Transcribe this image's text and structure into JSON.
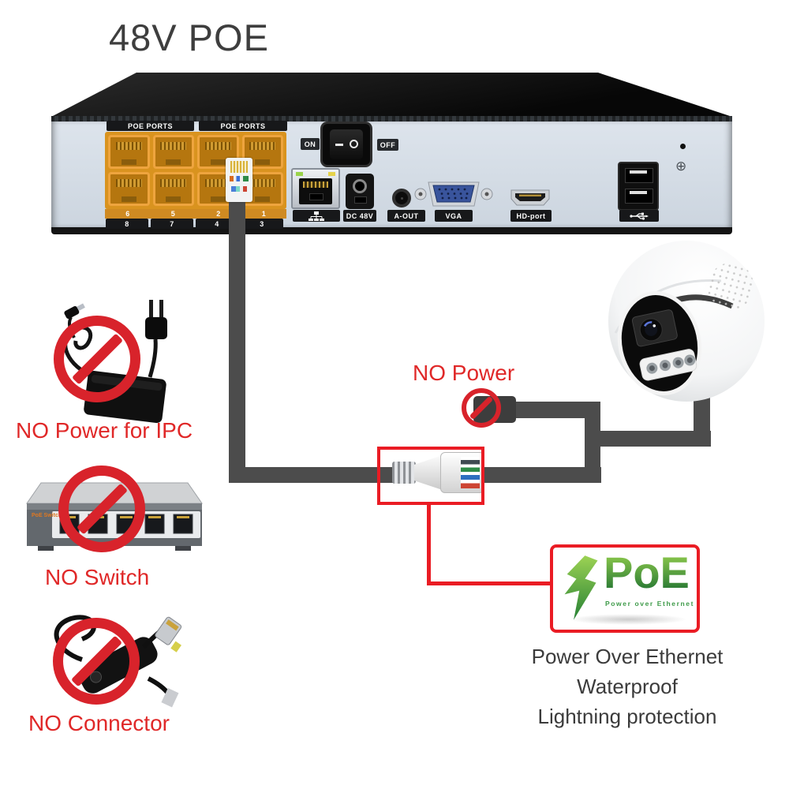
{
  "title": "48V POE",
  "nvr": {
    "poe_ports_labels": [
      "POE PORTS",
      "POE PORTS"
    ],
    "port_numbers_row1": [
      "6",
      "5",
      "2",
      "1"
    ],
    "port_numbers_row2": [
      "8",
      "7",
      "4",
      "3"
    ],
    "switch_on": "ON",
    "switch_off": "OFF",
    "dc_input": "DC 48V",
    "audio_out": "A-OUT",
    "vga": "VGA",
    "hd_port": "HD-port"
  },
  "callouts": {
    "no_power": "NO Power",
    "no_power_for_ipc": "NO Power for IPC",
    "no_switch": "NO Switch",
    "no_connector": "NO Connector"
  },
  "switch_device_label": "PoE Switch",
  "poe_badge": {
    "name": "PoE",
    "tagline": "Power over Ethernet"
  },
  "features": [
    "Power Over Ethernet",
    "Waterproof",
    "Lightning protection"
  ],
  "icons": {
    "ground_glyph": "⊕"
  },
  "colors": {
    "accent_red": "#ea1c24",
    "ban_red": "#d8232b",
    "label_red": "#e02828",
    "cable_gray": "#4c4c4c",
    "port_orange": "#d9931f",
    "poe_green_light": "#96d14e",
    "poe_green_dark": "#1b6e31",
    "feature_text": "#3b3b3b"
  }
}
